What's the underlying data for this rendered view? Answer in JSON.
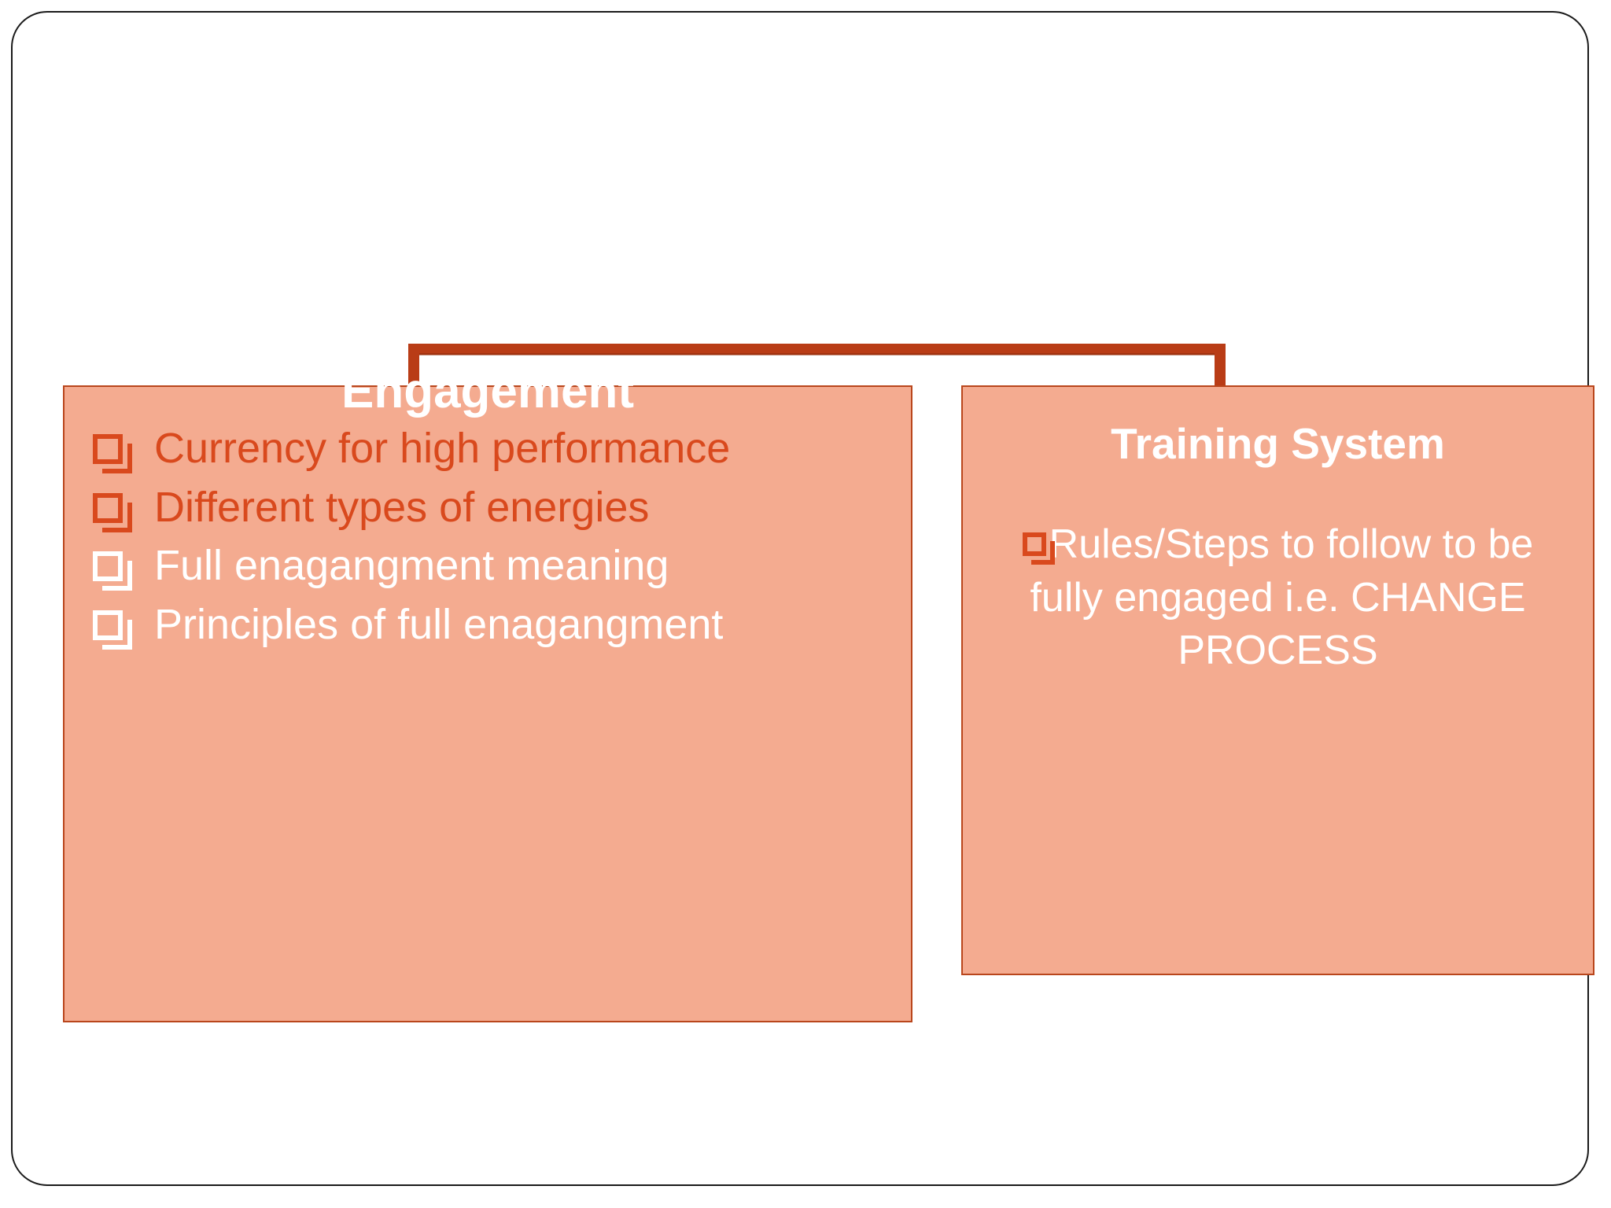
{
  "slide": {
    "background_color": "#ffffff",
    "frame_color": "#1a1a1a"
  },
  "colors": {
    "box_fill": "#f4ab90",
    "box_border": "#b9461c",
    "connector": "#b93c16",
    "bullet_orange": "#d9491d",
    "text_white": "#ffffff",
    "text_orange": "#d9491d"
  },
  "connector": {
    "name": "bracket-connector"
  },
  "boxes": [
    {
      "id": "engagement",
      "title": "Engagement",
      "title_color": "#ffffff",
      "bullets": [
        {
          "text": "Currency for high performance",
          "color": "#d9491d"
        },
        {
          "text": "Different types of energies",
          "color": "#d9491d"
        },
        {
          "text": "Full enagangment meaning",
          "color": "#ffffff"
        },
        {
          "text": "Principles of full enagangment",
          "color": "#ffffff"
        }
      ]
    },
    {
      "id": "training",
      "title": "Training System",
      "title_color": "#ffffff",
      "body": "Rules/Steps to follow to be fully engaged i.e. CHANGE PROCESS",
      "body_color": "#ffffff"
    }
  ]
}
